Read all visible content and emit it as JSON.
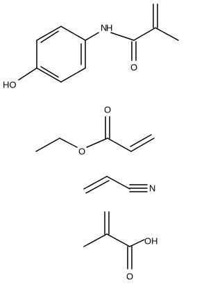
{
  "molecules": [
    {
      "name": "N-(4-hydroxyphenyl)methacrylamide",
      "atom_labels": {
        "nitrogen": "N",
        "hydrogen": "H",
        "hydroxyl": "HO",
        "oxygen": "O"
      }
    },
    {
      "name": "ethyl acrylate",
      "atom_labels": {
        "carbonyl_oxygen": "O",
        "ester_oxygen": "O"
      }
    },
    {
      "name": "acrylonitrile",
      "atom_labels": {
        "nitrogen": "N"
      }
    },
    {
      "name": "methacrylic acid",
      "atom_labels": {
        "hydroxyl": "OH",
        "carbonyl_oxygen": "O"
      }
    }
  ],
  "colors": {
    "bond": "#000000",
    "text": "#000000",
    "background": "#ffffff"
  }
}
